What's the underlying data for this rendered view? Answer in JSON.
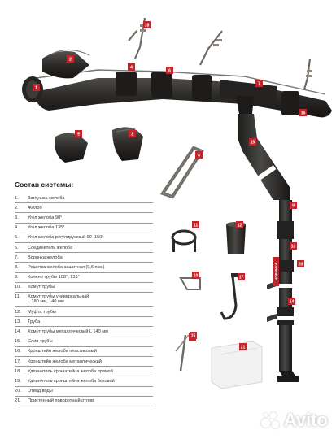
{
  "parts_title": "Состав системы:",
  "parts": [
    {
      "num": "1.",
      "name": "Заглушка желоба"
    },
    {
      "num": "2.",
      "name": "Желоб"
    },
    {
      "num": "3.",
      "name": "Угол желоба 90°"
    },
    {
      "num": "4.",
      "name": "Угол желоба 135°"
    },
    {
      "num": "5.",
      "name": "Угол желоба регулируемый 90–150°"
    },
    {
      "num": "6.",
      "name": "Соединитель желоба"
    },
    {
      "num": "7.",
      "name": "Воронка желоба"
    },
    {
      "num": "8.",
      "name": "Решетка желоба защитная (0,6 п.м.)"
    },
    {
      "num": "9.",
      "name": "Колено трубы 108°, 135°"
    },
    {
      "num": "10.",
      "name": "Хомут трубы"
    },
    {
      "num": "11.",
      "name": "Хомут трубы универсальный",
      "sub": "L 180 мм, 140 мм"
    },
    {
      "num": "12.",
      "name": "Муфта трубы"
    },
    {
      "num": "13.",
      "name": "Труба"
    },
    {
      "num": "14.",
      "name": "Хомут трубы металлический L 140 мм"
    },
    {
      "num": "15.",
      "name": "Слив трубы"
    },
    {
      "num": "16.",
      "name": "Кронштейн желоба пластиковый"
    },
    {
      "num": "17.",
      "name": "Кронштейн желоба металлический"
    },
    {
      "num": "18.",
      "name": "Удлинитель кронштейна желоба прямой"
    },
    {
      "num": "19.",
      "name": "Удлинитель кронштейна желоба боковой"
    },
    {
      "num": "20.",
      "name": "Отвод воды"
    },
    {
      "num": "21.",
      "name": "Пристенный поворотный отлив"
    }
  ],
  "badges": [
    "1",
    "2",
    "3",
    "4",
    "5",
    "6",
    "7",
    "8",
    "9",
    "10",
    "11",
    "12",
    "13",
    "14",
    "15",
    "16",
    "17",
    "18",
    "19",
    "20",
    "21",
    "15"
  ],
  "new_label": "НОВИНКА",
  "watermark": "Avito",
  "colors": {
    "product": "#2b2a28",
    "badge": "#c0272d",
    "accent": "#c0272d"
  }
}
